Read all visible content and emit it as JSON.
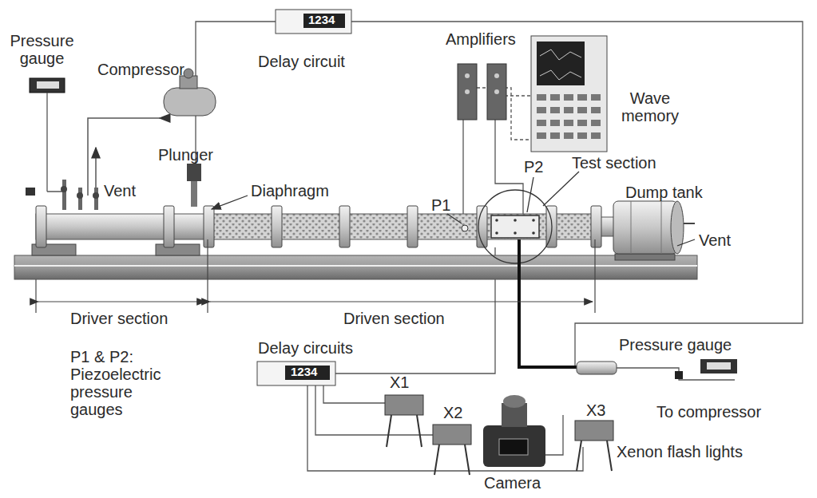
{
  "diagram": {
    "labels": [
      "Pressure gauge",
      "Compressor",
      "Delay circuit",
      "1234",
      "Amplifiers",
      "Wave memory",
      "Plunger",
      "Vent",
      "Diaphragm",
      "P1",
      "P2",
      "Test section",
      "Dump tank",
      "Vent",
      "Driver section",
      "Driven section",
      "P1 & P2: Piezoelectric pressure gauges",
      "Delay circuits",
      "1234",
      "Pressure gauge",
      "To compressor",
      "X1",
      "X2",
      "X3",
      "Xenon flash lights",
      "Camera"
    ]
  }
}
